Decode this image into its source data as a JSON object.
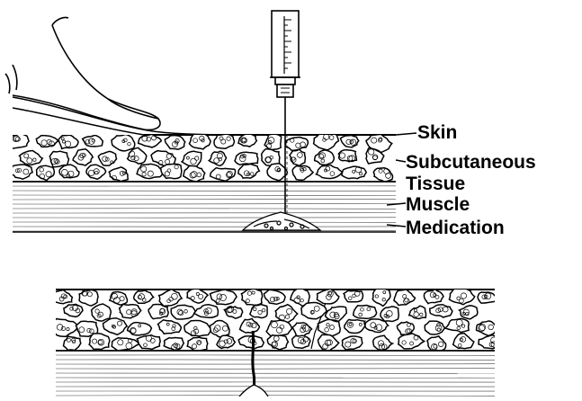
{
  "labels": {
    "skin": "Skin",
    "subcutaneous_line1": "Subcutaneous",
    "subcutaneous_line2": "Tissue",
    "muscle": "Muscle",
    "medication": "Medication"
  },
  "colors": {
    "ink": "#000000",
    "background": "#ffffff"
  }
}
